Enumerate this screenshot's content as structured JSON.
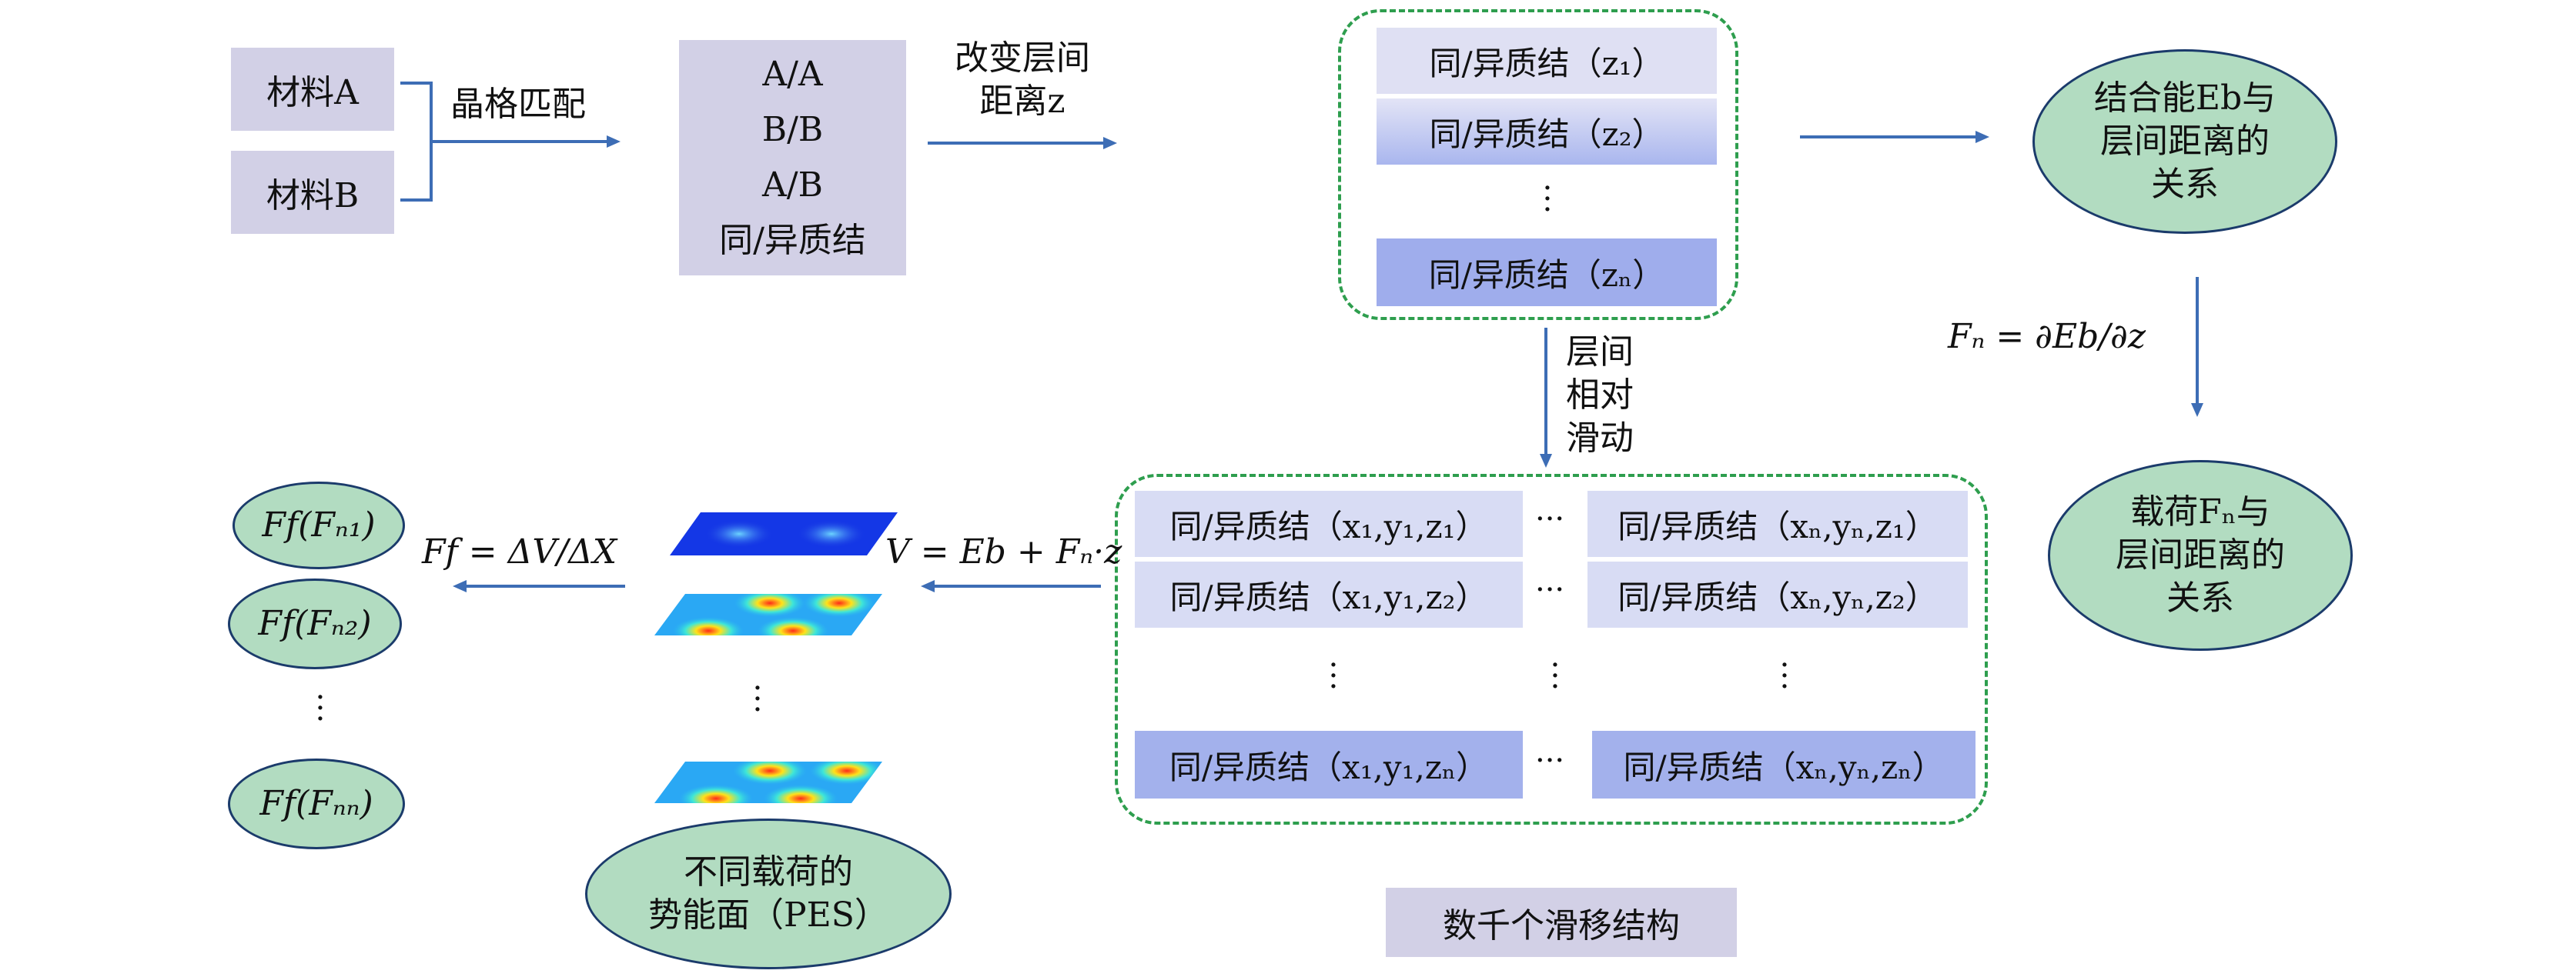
{
  "materials": {
    "a": "材料A",
    "b": "材料B"
  },
  "lattice_match_label": "晶格匹配",
  "stacking": {
    "line1": "A/A",
    "line2": "B/B",
    "line3": "A/B",
    "line4": "同/异质结"
  },
  "change_spacing": {
    "line1": "改变层间",
    "line2": "距离z"
  },
  "z_structures": [
    "同/异质结（z₁）",
    "同/异质结（z₂）",
    "同/异质结（zₙ）"
  ],
  "binding_energy": {
    "line1": "结合能Eb与",
    "line2": "层间距离的",
    "line3": "关系"
  },
  "force_formula": "Fₙ = ∂Eb/∂z",
  "load_relation": {
    "line1": "载荷Fₙ与",
    "line2": "层间距离的",
    "line3": "关系"
  },
  "sliding": {
    "line1": "层间",
    "line2": "相对",
    "line3": "滑动"
  },
  "grid": {
    "col1": [
      "同/异质结（x₁,y₁,z₁）",
      "同/异质结（x₁,y₁,z₂）",
      "同/异质结（x₁,y₁,zₙ）"
    ],
    "col2": [
      "同/异质结（xₙ,yₙ,z₁）",
      "同/异质结（xₙ,yₙ,z₂）",
      "同/异质结（xₙ,yₙ,zₙ）"
    ]
  },
  "thousands_label": "数千个滑移结构",
  "potential_formula": "V = Eb + Fₙ·z",
  "friction_formula": "Ff = ΔV/ΔX",
  "pes": {
    "line1": "不同载荷的",
    "line2": "势能面（PES）"
  },
  "friction_results": [
    "Ff(Fₙ₁)",
    "Ff(Fₙ₂)",
    "Ff(Fₙₙ)"
  ],
  "colors": {
    "lavender": "#d2d0e6",
    "green_fill": "#b2dcc1",
    "dash_green": "#2e9e4e",
    "arrow_blue": "#3d6db5",
    "ellipse_border": "#1b3b6b"
  }
}
